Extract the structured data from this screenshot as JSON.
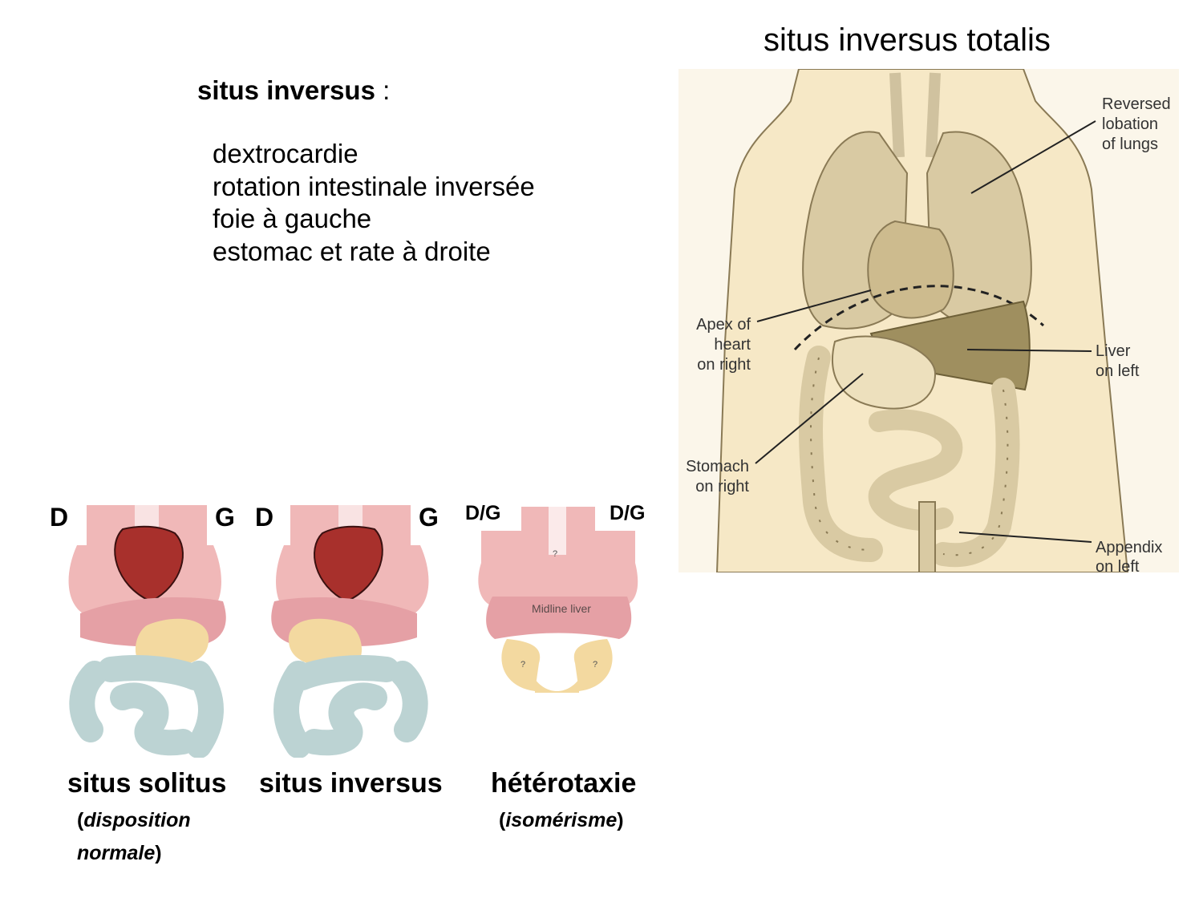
{
  "title": "situs inversus totalis",
  "definition": {
    "term": "situs inversus",
    "colon": " :",
    "items": [
      "dextrocardie",
      "rotation intestinale inversée",
      "foie à gauche",
      "estomac et rate à droite"
    ]
  },
  "anatomy": {
    "labels": {
      "lungs": [
        "Reversed",
        "lobation",
        "of lungs"
      ],
      "heart": [
        "Apex of",
        "heart",
        "on right"
      ],
      "liver": [
        "Liver",
        "on left"
      ],
      "stomach": [
        "Stomach",
        "on right"
      ],
      "appendix": [
        "Appendix",
        "on left"
      ]
    }
  },
  "panels": [
    {
      "left_side": "D",
      "right_side": "G",
      "caption": "situs solitus",
      "note_open": "(",
      "note_italic": "disposition",
      "note_line2_italic": "normale",
      "note_close": ")"
    },
    {
      "left_side": "D",
      "right_side": "G",
      "caption": "situs inversus"
    },
    {
      "left_side": "D/G",
      "right_side": "D/G",
      "caption": "hétérotaxie",
      "note_open": "(",
      "note_italic": "isomérisme",
      "note_close": ")",
      "liver_label": "Midline liver",
      "unknown_mark": "?"
    }
  ],
  "colors": {
    "skin": "#f6e8c6",
    "organ": "#d9caa3",
    "organ_line": "#8a7a55",
    "liver": "#9f8f5f",
    "lung_pink": "#f0b8b8",
    "liver_pink": "#e5a0a5",
    "stomach_yellow": "#f3d9a0",
    "intestine_blue": "#bcd3d3",
    "heart_red": "#a8302c"
  }
}
